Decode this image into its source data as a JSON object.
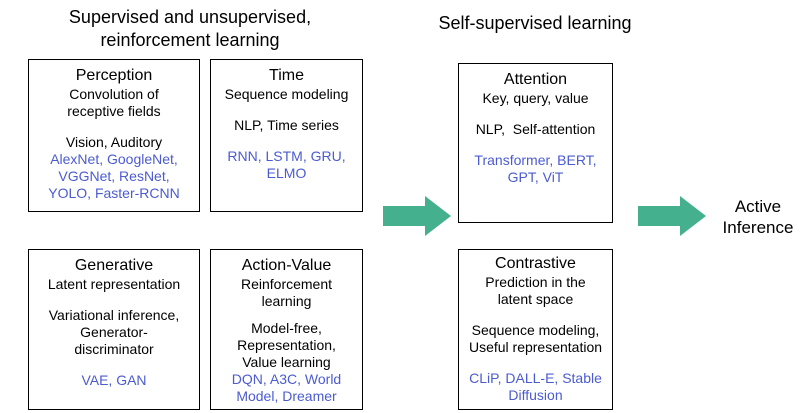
{
  "headings": {
    "left_line1": "Supervised and unsupervised,",
    "left_line2": "reinforcement learning",
    "right": "Self-supervised learning"
  },
  "boxes": {
    "perception": {
      "title": "Perception",
      "desc": [
        "Convolution of",
        "receptive fields"
      ],
      "domain": "Vision, Auditory",
      "models": [
        "AlexNet, GoogleNet,",
        "VGGNet, ResNet,",
        "YOLO, Faster-RCNN"
      ]
    },
    "time": {
      "title": "Time",
      "desc": [
        "Sequence modeling"
      ],
      "domain": "NLP, Time series",
      "models": [
        "RNN, LSTM, GRU,",
        "ELMO"
      ]
    },
    "generative": {
      "title": "Generative",
      "desc": [
        "Latent representation"
      ],
      "domain": [
        "Variational inference,",
        "Generator-",
        "discriminator"
      ],
      "models": [
        "VAE, GAN"
      ]
    },
    "action_value": {
      "title": "Action-Value",
      "desc": [
        "Reinforcement",
        "learning"
      ],
      "domain": [
        "Model-free,",
        "Representation,",
        "Value learning"
      ],
      "models": [
        "DQN, A3C, World",
        "Model, Dreamer"
      ]
    },
    "attention": {
      "title": "Attention",
      "desc": [
        "Key, query, value"
      ],
      "domain": "NLP,  Self-attention",
      "models": [
        "Transformer, BERT,",
        "GPT, ViT"
      ]
    },
    "contrastive": {
      "title": "Contrastive",
      "desc": [
        "Prediction in the",
        "latent space"
      ],
      "domain": [
        "Sequence modeling,",
        "Useful representation"
      ],
      "models": [
        "CLiP, DALL-E, Stable",
        "Diffusion"
      ]
    }
  },
  "end_label": [
    "Active",
    "Inference"
  ],
  "colors": {
    "arrow": "#44b08e",
    "model_text": "#4b5bd0",
    "border": "#000000"
  }
}
